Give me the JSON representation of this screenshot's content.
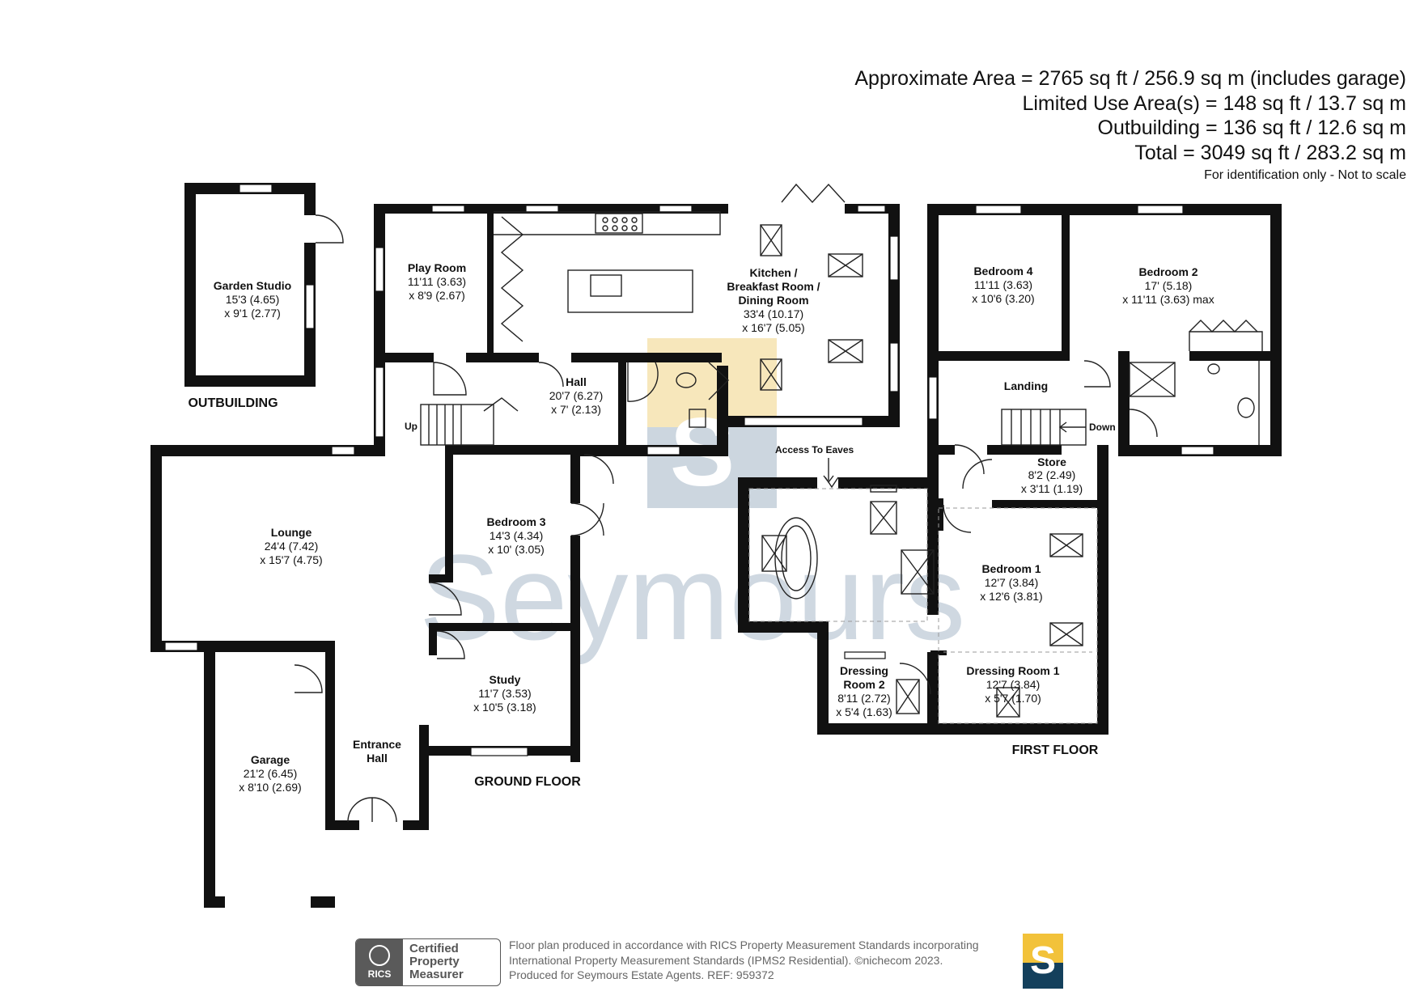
{
  "area_summary": {
    "lines": [
      "Approximate Area = 2765 sq ft / 256.9 sq m (includes garage)",
      "Limited Use Area(s) = 148 sq ft / 13.7 sq m",
      "Outbuilding = 136 sq ft / 12.6 sq m",
      "Total = 3049 sq ft / 283.2 sq m"
    ],
    "note": "For identification only - Not to scale"
  },
  "floors": {
    "outbuilding": "OUTBUILDING",
    "ground": "GROUND FLOOR",
    "first": "FIRST FLOOR"
  },
  "rooms": {
    "garden_studio": {
      "name": "Garden Studio",
      "dim1": "15'3 (4.65)",
      "dim2": "x 9'1 (2.77)"
    },
    "play_room": {
      "name": "Play Room",
      "dim1": "11'11 (3.63)",
      "dim2": "x 8'9 (2.67)"
    },
    "kitchen": {
      "name1": "Kitchen /",
      "name2": "Breakfast Room /",
      "name3": "Dining Room",
      "dim1": "33'4 (10.17)",
      "dim2": "x 16'7 (5.05)"
    },
    "hall": {
      "name": "Hall",
      "dim1": "20'7 (6.27)",
      "dim2": "x 7' (2.13)"
    },
    "lounge": {
      "name": "Lounge",
      "dim1": "24'4 (7.42)",
      "dim2": "x 15'7 (4.75)"
    },
    "bedroom3": {
      "name": "Bedroom 3",
      "dim1": "14'3 (4.34)",
      "dim2": "x 10' (3.05)"
    },
    "study": {
      "name": "Study",
      "dim1": "11'7 (3.53)",
      "dim2": "x 10'5 (3.18)"
    },
    "garage": {
      "name": "Garage",
      "dim1": "21'2 (6.45)",
      "dim2": "x 8'10 (2.69)"
    },
    "entrance_hall": {
      "name1": "Entrance",
      "name2": "Hall"
    },
    "bedroom4": {
      "name": "Bedroom 4",
      "dim1": "11'11 (3.63)",
      "dim2": "x 10'6 (3.20)"
    },
    "bedroom2": {
      "name": "Bedroom 2",
      "dim1": "17' (5.18)",
      "dim2": "x 11'11 (3.63) max"
    },
    "landing": {
      "name": "Landing"
    },
    "store": {
      "name": "Store",
      "dim1": "8'2 (2.49)",
      "dim2": "x 3'11 (1.19)"
    },
    "bedroom1": {
      "name": "Bedroom 1",
      "dim1": "12'7 (3.84)",
      "dim2": "x 12'6 (3.81)"
    },
    "dressing2": {
      "name1": "Dressing",
      "name2": "Room 2",
      "dim1": "8'11 (2.72)",
      "dim2": "x 5'4 (1.63)"
    },
    "dressing1": {
      "name": "Dressing Room 1",
      "dim1": "12'7 (3.84)",
      "dim2": "x 5'7 (1.70)"
    }
  },
  "labels": {
    "up": "Up",
    "down": "Down",
    "access_eaves": "Access To Eaves"
  },
  "watermark": "Seymours",
  "footer": {
    "rics_word": "RICS",
    "badge_line1": "Certified",
    "badge_line2": "Property",
    "badge_line3": "Measurer",
    "line1": "Floor plan produced in accordance with RICS Property Measurement Standards incorporating",
    "line2": "International Property Measurement Standards (IPMS2 Residential).   ©nichecom 2023.",
    "line3": "Produced for Seymours Estate Agents.   REF:  959372",
    "logo_letter": "S"
  },
  "colors": {
    "wall": "#111111",
    "watermark": "#c7d2dc",
    "brand_yellow": "#f2c23a",
    "brand_navy": "#14405c"
  }
}
